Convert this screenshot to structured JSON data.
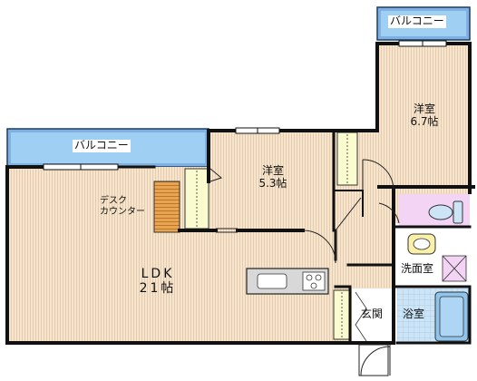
{
  "rooms": {
    "balcony_top": {
      "label": "バルコニー"
    },
    "balcony_left": {
      "label": "バルコニー"
    },
    "western_room_1": {
      "name": "洋室",
      "area": "6.7帖"
    },
    "western_room_2": {
      "name": "洋室",
      "area": "5.3帖"
    },
    "ldk": {
      "name": "LDK",
      "area": "21帖"
    },
    "desk_counter": {
      "line1": "デスク",
      "line2": "カウンター"
    },
    "washroom": {
      "label": "洗面室"
    },
    "bathroom": {
      "label": "浴室"
    },
    "entrance": {
      "label": "玄関"
    }
  },
  "colors": {
    "floor": "#f6e4cc",
    "wall": "#111111",
    "balcony": "#7fb0e0",
    "balcony_edge": "#9fd0f4",
    "closet": "#fbfbd0",
    "stairs": "#e8a450",
    "toilet_room": "#f4d4f4",
    "bath_tile": "#cce4f6",
    "tub": "#8ec4ee",
    "washbasin": "#fbf0a8",
    "entrance": "#ffffff",
    "kitchen": "#d8d8d8"
  }
}
